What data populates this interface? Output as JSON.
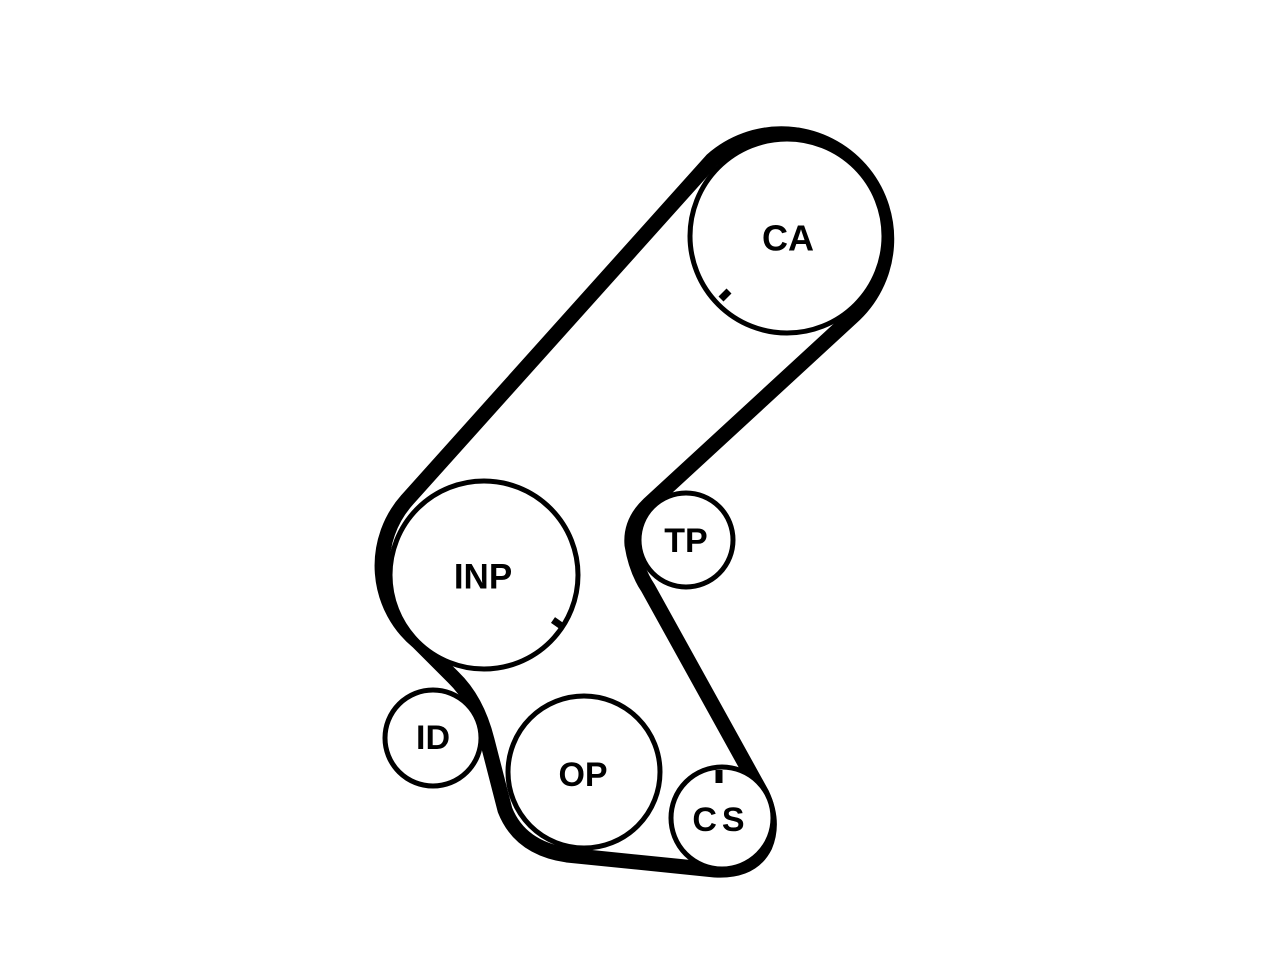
{
  "diagram": {
    "pulleys": {
      "ca": {
        "label": "CA"
      },
      "inp": {
        "label": "INP"
      },
      "tp": {
        "label": "TP"
      },
      "id": {
        "label": "ID"
      },
      "op": {
        "label": "OP"
      },
      "cs": {
        "label": "CS"
      }
    },
    "colors": {
      "line": "#000000",
      "background": "#ffffff"
    }
  }
}
